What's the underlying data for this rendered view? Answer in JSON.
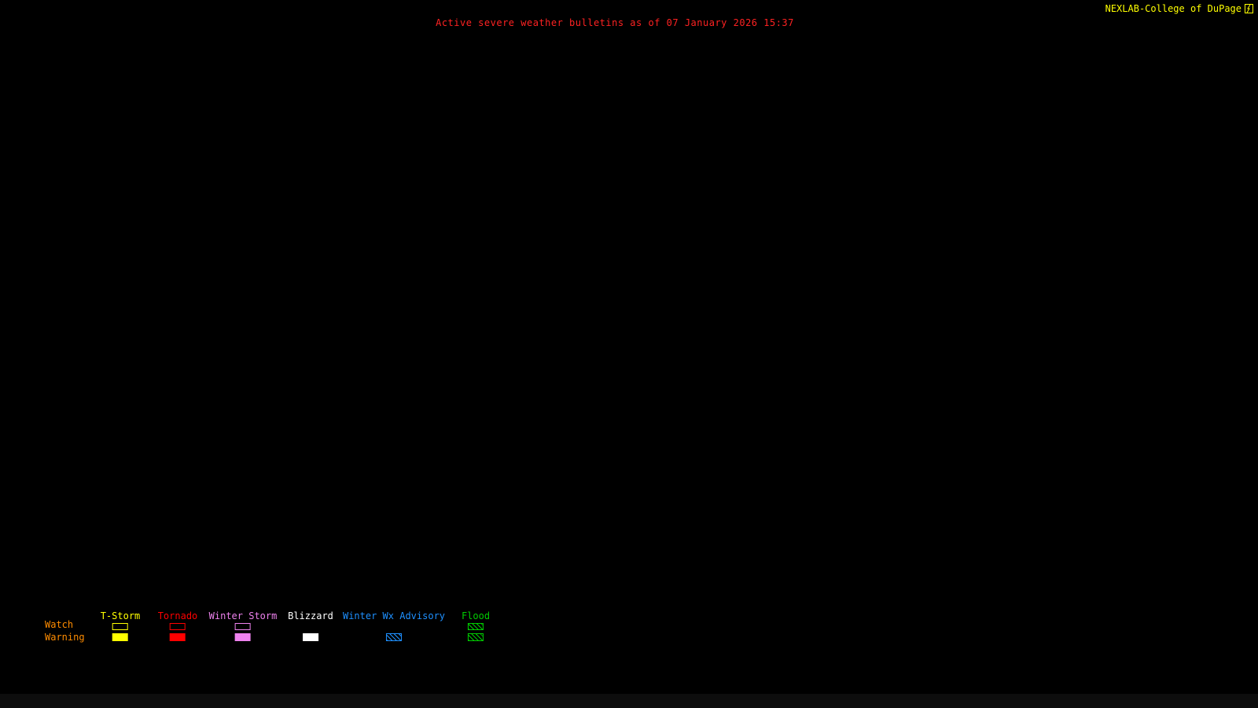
{
  "header": {
    "brand": "NEXLAB-College of DuPage",
    "brand_color": "#ffff00",
    "title": "Active severe weather bulletins as of 07 January 2026 15:37",
    "title_color": "#ff2222"
  },
  "legend": {
    "watch_label": "Watch",
    "warning_label": "Warning",
    "row_label_color": "#ff8c00",
    "columns": [
      {
        "id": "tstorm",
        "label": "T-Storm",
        "color": "#ffff00",
        "watch": "outline",
        "warning": "filled"
      },
      {
        "id": "tornado",
        "label": "Tornado",
        "color": "#ff0000",
        "watch": "outline",
        "warning": "filled"
      },
      {
        "id": "winter-storm",
        "label": "Winter Storm",
        "color": "#ee82ee",
        "watch": "outline",
        "warning": "filled"
      },
      {
        "id": "blizzard",
        "label": "Blizzard",
        "color": "#ffffff",
        "watch": "none",
        "warning": "filled"
      },
      {
        "id": "winter-wx-advisory",
        "label": "Winter Wx Advisory",
        "color": "#1e90ff",
        "watch": "none",
        "warning": "hatched"
      },
      {
        "id": "flood",
        "label": "Flood",
        "color": "#00cc00",
        "watch": "hatched",
        "warning": "hatched"
      }
    ]
  }
}
